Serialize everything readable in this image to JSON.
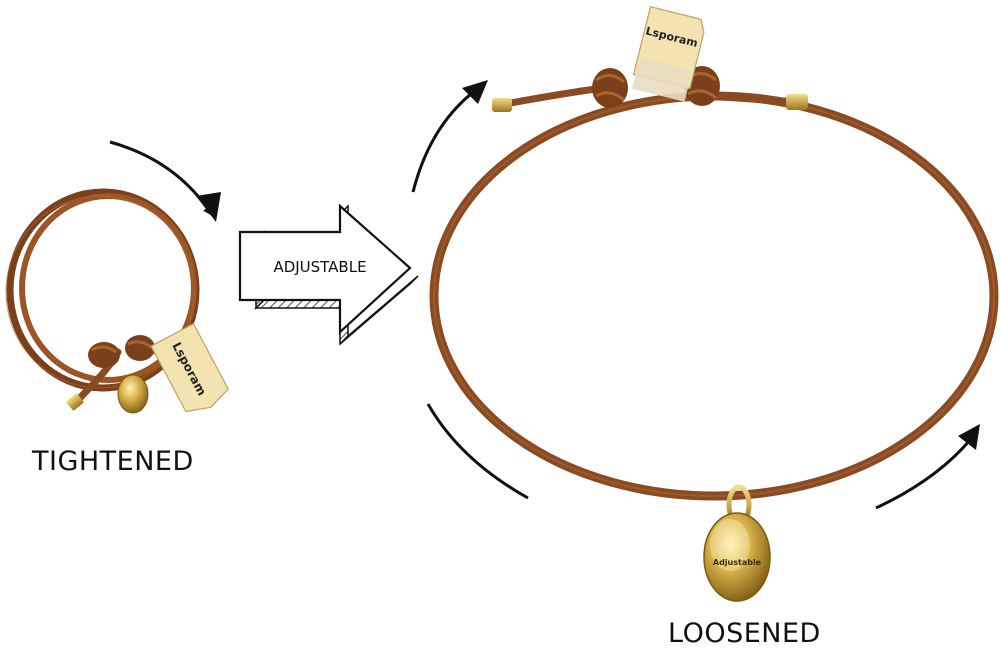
{
  "arrow_label": "ADJUSTABLE",
  "tag_brand": "Lsporam",
  "charm_text": "Adjustable",
  "caption_tightened": "TIGHTENED",
  "caption_loosened": "LOOSENED",
  "colors": {
    "cord": "#8a4a22",
    "cord_light": "#a8652f",
    "gold": "#c9a23a",
    "gold_dark": "#8e6d18",
    "tag": "#efe6c9",
    "arrow": "#111111"
  }
}
